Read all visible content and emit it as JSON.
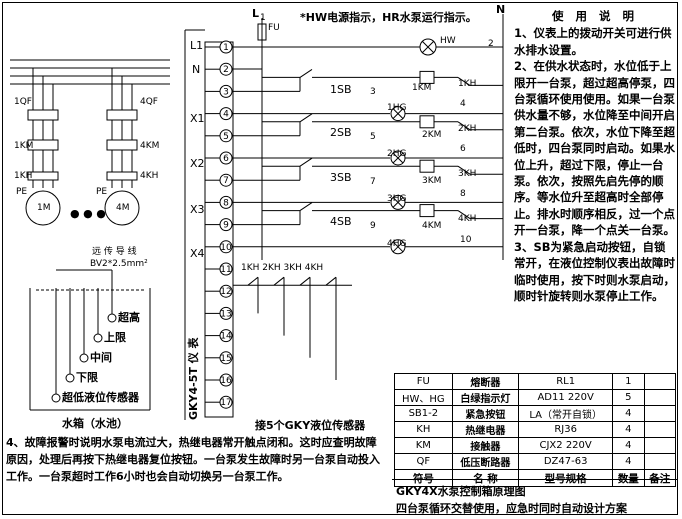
{
  "top": {
    "l1": "L",
    "l1_sub": "1",
    "fu": "FU",
    "n": "N",
    "legend": "*HW电源指示，HR水泵运行指示。"
  },
  "terminals": {
    "labels": [
      "L1",
      "N",
      "X1",
      "X2",
      "X3",
      "X4"
    ],
    "numbers": [
      "1",
      "2",
      "3",
      "4",
      "5",
      "6",
      "7",
      "8",
      "9",
      "10",
      "11",
      "12",
      "13",
      "14",
      "15",
      "16",
      "17"
    ]
  },
  "circuit": {
    "hw": "HW",
    "wire2": "2",
    "sb": [
      "1SB",
      "2SB",
      "3SB",
      "4SB"
    ],
    "km": [
      "1KM",
      "2KM",
      "3KM",
      "4KM"
    ],
    "kh": [
      "1KH",
      "2KH",
      "3KH",
      "4KH"
    ],
    "hg": [
      "1HG",
      "2HG",
      "3HG",
      "4HG"
    ],
    "wires": [
      "3",
      "4",
      "5",
      "6",
      "7",
      "8",
      "9",
      "10"
    ],
    "kh_row": "1KH 2KH 3KH 4KH",
    "instrument": "GKY4-5T 仪 表",
    "sensor_caption": "接5个GKY液位传感器"
  },
  "motors": {
    "qf1": "1QF",
    "qf4": "4QF",
    "km1": "1KM",
    "km4": "4KM",
    "kh1": "1KH",
    "kh4": "4KH",
    "pe": "PE",
    "m1": "1M",
    "m4": "4M",
    "dots": "● ● ●"
  },
  "tank": {
    "wire_title": "远 传 导 线",
    "wire_spec": "BV2*2.5mm²",
    "levels": [
      "超高",
      "上限",
      "中间",
      "下限",
      "超低液位传感器"
    ],
    "caption": "水箱（水池）"
  },
  "usage": {
    "title": "使 用 说 明",
    "items": [
      "1、仪表上的拨动开关可进行供水排水设置。",
      "2、在供水状态时，水位低于上限开一台泵，超过超高停泵，四台泵循环使用使用。如果一台泵供水量不够，水位降至中间开启第二台泵。依次，水位下降至超低时，四台泵同时启动。如果水位上升，超过下限，停止一台泵。依次，按照先启先停的顺序。等水位升至超高时全部停止。排水时顺序相反，过一个点开一台泵，降一个点关一台泵。",
      "3、SB为紧急启动按钮，自锁常开，在液位控制仪表出故障时临时使用，按下时则水泵启动，顺时针旋转则水泵停止工作。"
    ]
  },
  "note4": "4、故障报警时说明水泵电流过大，热继电器常开触点闭和。这时应查明故障原因，处理后再按下热继电器复位按钮。一台泵发生故障时另一台泵自动投入工作。一台泵超时工作6小时也会自动切换另一台泵工作。",
  "table": {
    "rows": [
      [
        "FU",
        "熔断器",
        "RL1",
        "1",
        ""
      ],
      [
        "HW、HG",
        "白绿指示灯",
        "AD11  220V",
        "5",
        ""
      ],
      [
        "SB1-2",
        "紧急按钮",
        "LA（常开自锁）",
        "4",
        ""
      ],
      [
        "KH",
        "热继电器",
        "RJ36",
        "4",
        ""
      ],
      [
        "KM",
        "接触器",
        "CJX2   220V",
        "4",
        ""
      ],
      [
        "QF",
        "低压断路器",
        "DZ47-63",
        "4",
        ""
      ]
    ],
    "header": [
      "符号",
      "名  称",
      "型号规格",
      "数量",
      "备注"
    ]
  },
  "caption": {
    "line1": "GKY4X水泵控制箱原理图",
    "line2": "四台泵循环交替使用，应急时同时自动设计方案"
  },
  "colors": {
    "line": "#000000",
    "bg": "#ffffff"
  }
}
